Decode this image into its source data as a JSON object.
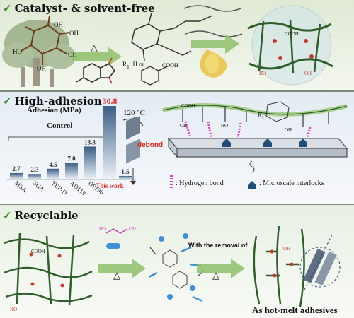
{
  "panel1": {
    "title": "Catalyst- & solvent-free",
    "r_label": "R",
    "r_sub": "1",
    "r_def": ": H or",
    "oh": "OH",
    "ho": "HO",
    "cooh": "COOH",
    "triangle": "△"
  },
  "panel2": {
    "title": "High-adhesion",
    "ylabel": "Adhesion (MPa)",
    "control_label": "Control",
    "temp_label": "120 °C",
    "debond_label": "debond",
    "this_work_label": "This work",
    "legend_hbond": ": Hydrogen bond",
    "legend_interlock": ": Microscale interlocks",
    "cooh": "COOH",
    "oh": "OH",
    "ho": "HO",
    "r1": "R",
    "r1_sub": "1"
  },
  "panel3": {
    "title": "Recyclable",
    "removal_label": "With the removal of",
    "hotmelt_label": "As hot-melt adhesives",
    "cooh": "COOH",
    "oh": "OH",
    "ho": "HO",
    "triangle": "△"
  },
  "chart_data": {
    "type": "bar",
    "ylabel": "Adhesion (MPa)",
    "categories": [
      "MSA",
      "SGA",
      "TEP-D",
      "AD119",
      "DP190",
      "This work"
    ],
    "values": [
      2.7,
      2.3,
      4.5,
      7.0,
      13.8,
      30.8
    ],
    "extra_bar": {
      "label": "120 °C debond",
      "value": 1.5
    },
    "ylim": [
      0,
      32
    ],
    "highlight_color": "#e8261f",
    "bar_color_top": "#3b5e86",
    "bar_color_bottom": "#eef3f8"
  },
  "colors": {
    "check": "#3a8d2a",
    "chain_green": "#5a8a3a",
    "oxygen_red": "#c0392b",
    "accent_orange": "#e07b1a",
    "hbond_magenta": "#e83ecf",
    "interlock_blue": "#1f4e79"
  }
}
